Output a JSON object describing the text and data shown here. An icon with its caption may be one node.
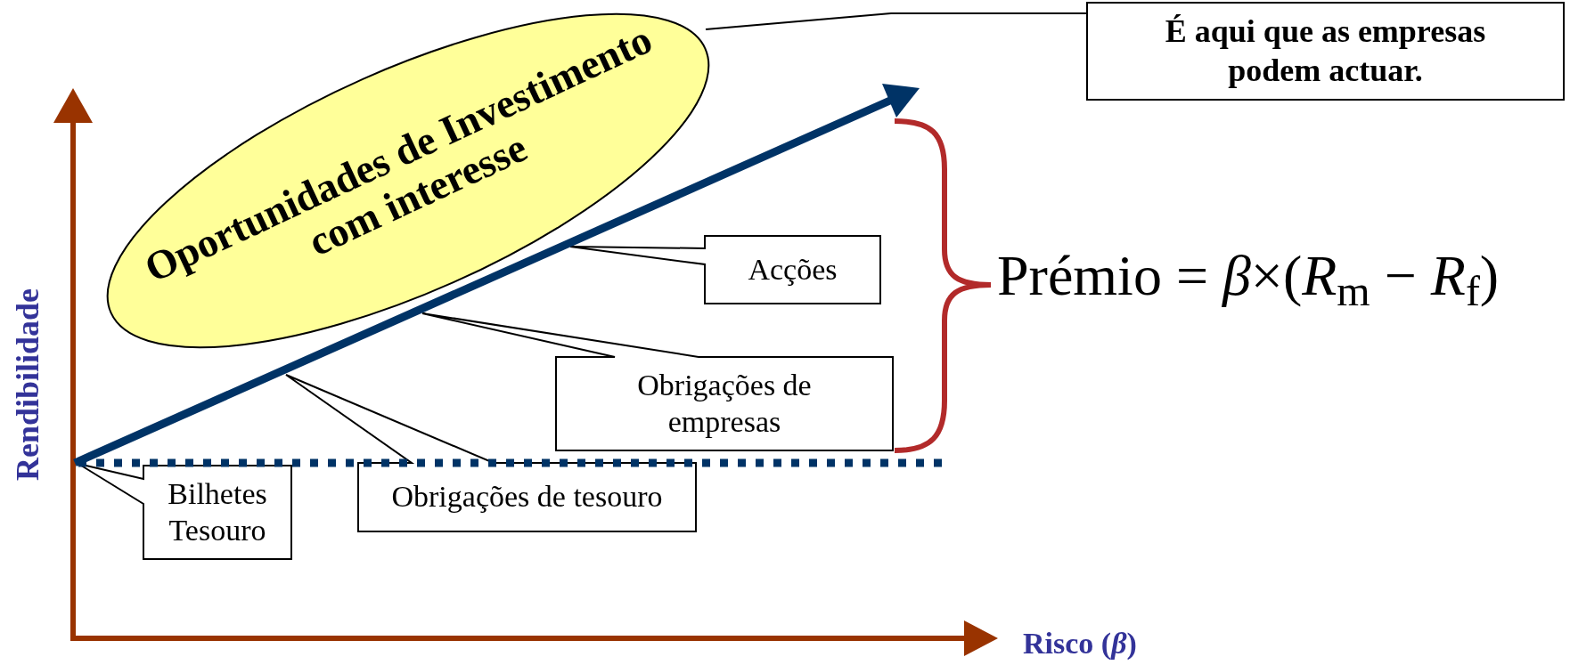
{
  "diagram": {
    "nodes": [
      {
        "text": [
          "Oportunidades de Investimento com interesse"
        ]
      },
      {
        "text": [
          "É aqui que as empresas podem actuar."
        ]
      },
      {
        "text": [
          "Acções"
        ]
      },
      {
        "text": [
          "Obrigações de empresas"
        ]
      },
      {
        "text": [
          "Obrigações de tesouro"
        ]
      },
      {
        "text": [
          "Bilhetes Tesouro"
        ]
      }
    ],
    "edges": [
      {
        "from": 1,
        "to": 0,
        "arrow": "none"
      }
    ],
    "labels": [
      "Rendibilidade",
      "Prémio = *β*×(*R*$_{m}$ − *R*$_{f}$)",
      "Risco (*β*)"
    ]
  }
}
